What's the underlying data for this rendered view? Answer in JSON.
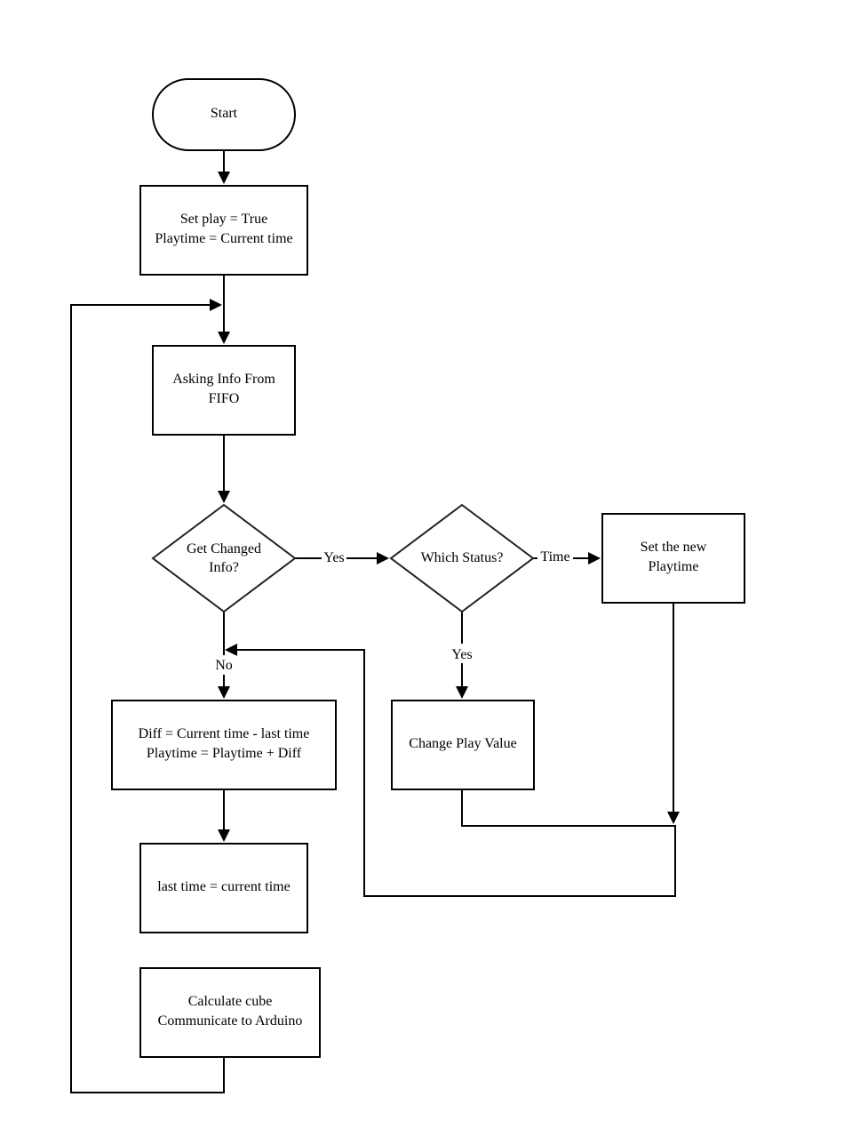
{
  "nodes": {
    "start": {
      "lines": [
        "Start"
      ]
    },
    "set_play": {
      "lines": [
        "Set play = True",
        "Playtime = Current time"
      ]
    },
    "asking_info": {
      "lines": [
        "Asking Info From",
        "FIFO"
      ]
    },
    "get_changed": {
      "lines": [
        "Get Changed",
        "Info?"
      ]
    },
    "which_status": {
      "lines": [
        "Which Status?"
      ]
    },
    "set_new_playtime": {
      "lines": [
        "Set the new",
        "Playtime"
      ]
    },
    "change_play": {
      "lines": [
        "Change Play Value"
      ]
    },
    "diff": {
      "lines": [
        "Diff = Current time - last time",
        "Playtime = Playtime + Diff"
      ]
    },
    "last_time": {
      "lines": [
        "last time = current time"
      ]
    },
    "calculate": {
      "lines": [
        "Calculate cube",
        "Communicate to Arduino"
      ]
    }
  },
  "edge_labels": {
    "yes_right": "Yes",
    "time": "Time",
    "yes_down": "Yes",
    "no": "No"
  }
}
